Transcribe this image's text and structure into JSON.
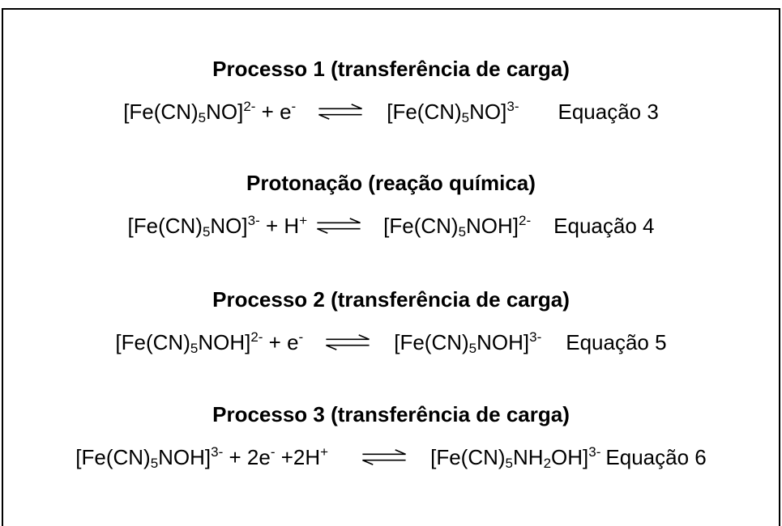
{
  "sections": [
    {
      "heading": "Processo 1 (transferência de carga)",
      "reactant": {
        "pre": "[Fe(CN)",
        "sub": "5",
        "post": "NO]",
        "charge": "2-",
        "plus": " + e",
        "plus_sup": "-"
      },
      "product": {
        "pre": "[Fe(CN)",
        "sub": "5",
        "post": "NO]",
        "charge": "3-"
      },
      "label": "Equação 3"
    },
    {
      "heading": "Protonação (reação química)",
      "reactant": {
        "pre": "[Fe(CN)",
        "sub": "5",
        "post": "NO]",
        "charge": "3-",
        "plus": " + H",
        "plus_sup": "+"
      },
      "product": {
        "pre": "[Fe(CN)",
        "sub": "5",
        "post": "NOH]",
        "charge": "2-"
      },
      "label": "Equação 4"
    },
    {
      "heading": "Processo 2 (transferência de carga)",
      "reactant": {
        "pre": "[Fe(CN)",
        "sub": "5",
        "post": "NOH]",
        "charge": "2-",
        "plus": " + e",
        "plus_sup": "-"
      },
      "product": {
        "pre": "[Fe(CN)",
        "sub": "5",
        "post": "NOH]",
        "charge": "3-"
      },
      "label": "Equação 5"
    },
    {
      "heading": "Processo 3 (transferência de carga)",
      "reactant": {
        "pre": "[Fe(CN)",
        "sub": "5",
        "post": "NOH]",
        "charge": "3-",
        "plus": " + 2e",
        "plus_sup": "-",
        "plus2": " +2H",
        "plus2_sup": "+"
      },
      "product": {
        "pre": "[Fe(CN)",
        "sub": "5",
        "mid": "NH",
        "sub2": "2",
        "post": "OH]",
        "charge": "3-"
      },
      "label": "Equação 6"
    }
  ]
}
